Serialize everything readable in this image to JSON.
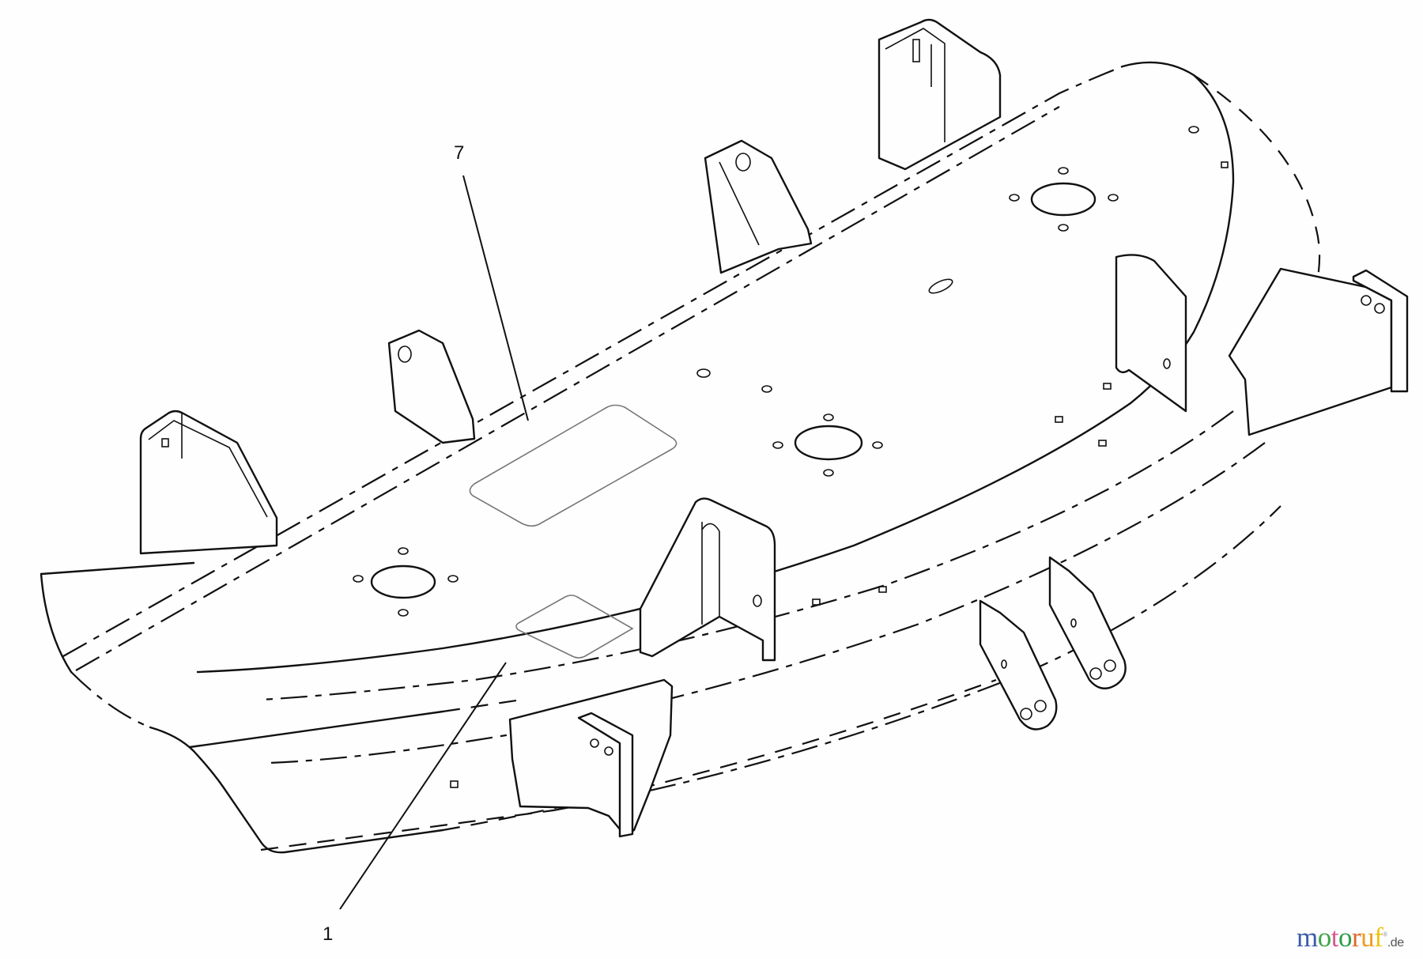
{
  "diagram": {
    "subject": "Mower deck assembly (isometric parts view)",
    "callouts": [
      {
        "label": "7",
        "points_to": "upper decal on deck top"
      },
      {
        "label": "1",
        "points_to": "lower decal / deck housing"
      }
    ]
  },
  "watermark": {
    "letters": [
      {
        "char": "m",
        "color": "#3b5cab"
      },
      {
        "char": "o",
        "color": "#3fa54a"
      },
      {
        "char": "t",
        "color": "#e0568f"
      },
      {
        "char": "o",
        "color": "#2e9c4a"
      },
      {
        "char": "r",
        "color": "#e2682a"
      },
      {
        "char": "u",
        "color": "#ef9a22"
      },
      {
        "char": "f",
        "color": "#f2c116"
      }
    ],
    "registered_mark": "®",
    "tld": ".de"
  }
}
